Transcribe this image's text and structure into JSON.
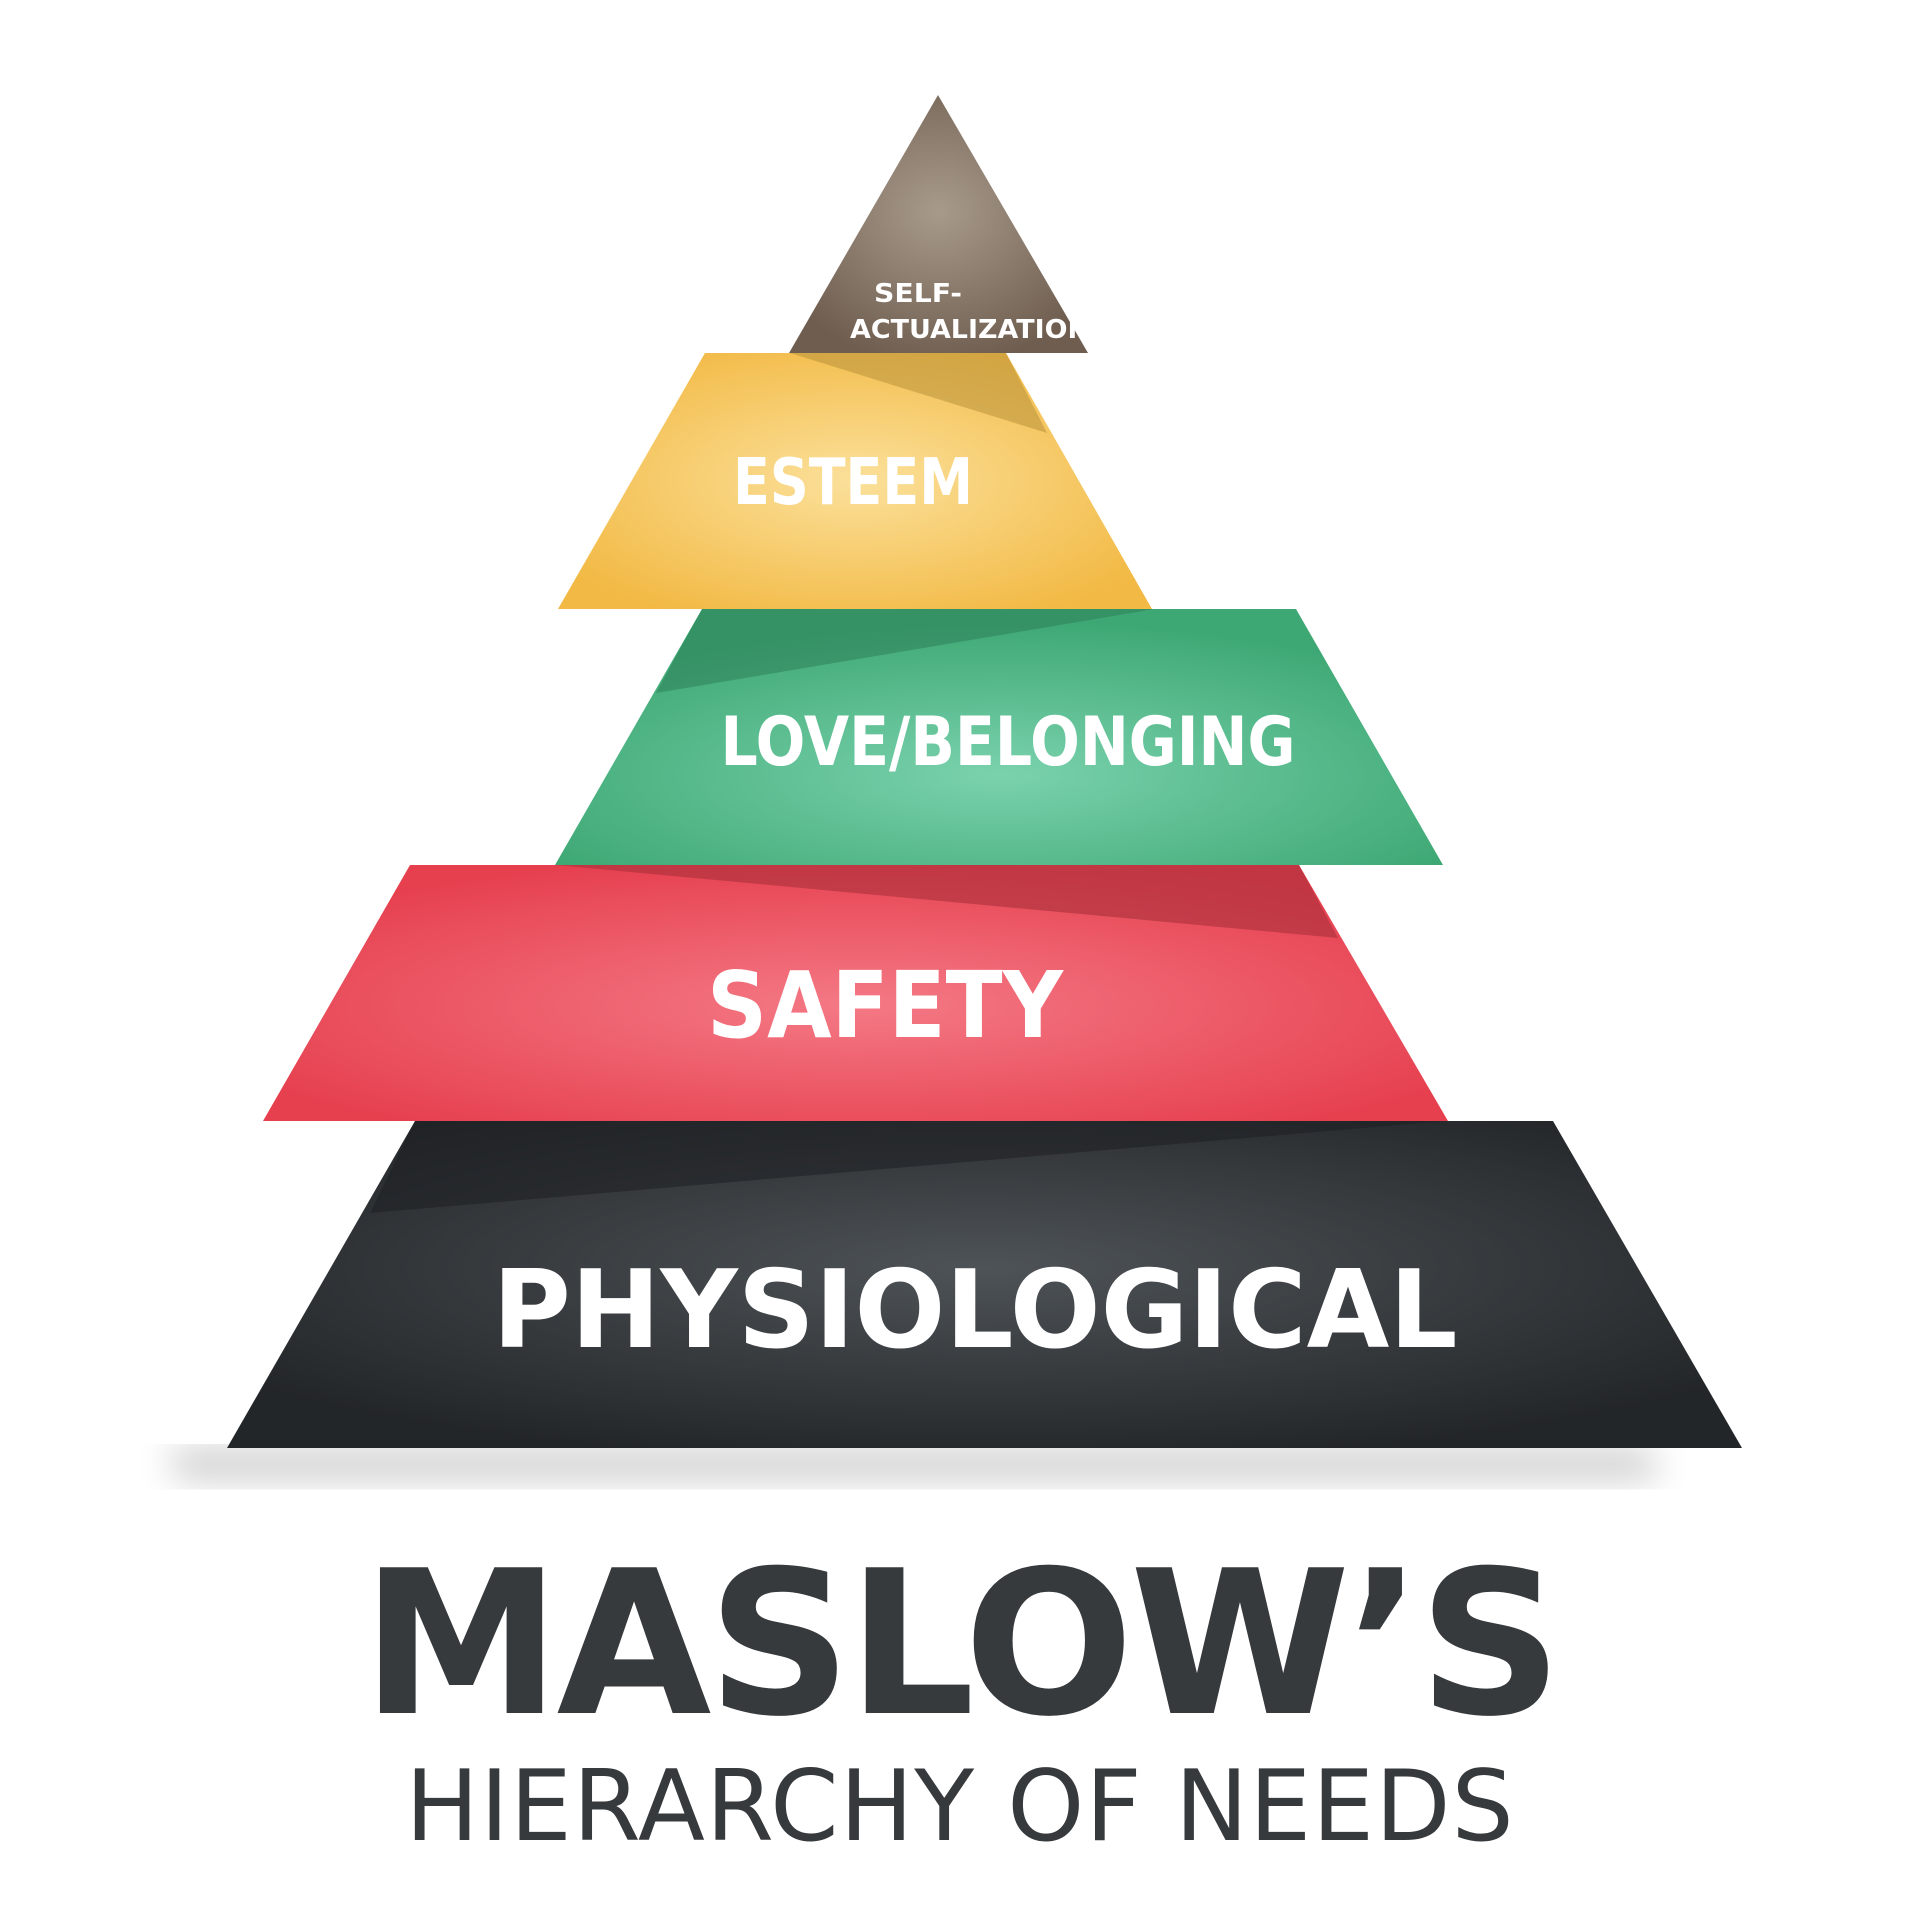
{
  "levels": [
    {
      "id": "self-actualization",
      "label_line1": "SELF-",
      "label_line2": "ACTUALIZATION",
      "color": "#8a7868"
    },
    {
      "id": "esteem",
      "label": "ESTEEM",
      "color": "#f4c15a"
    },
    {
      "id": "love-belonging",
      "label": "LOVE/BELONGING",
      "color": "#46b07e"
    },
    {
      "id": "safety",
      "label": "SAFETY",
      "color": "#e94a58"
    },
    {
      "id": "physiological",
      "label": "PHYSIOLOGICAL",
      "color": "#2b2e31"
    }
  ],
  "title": {
    "main": "MASLOW’S",
    "sub": "HIERARCHY OF NEEDS",
    "color": "#363a3d"
  }
}
